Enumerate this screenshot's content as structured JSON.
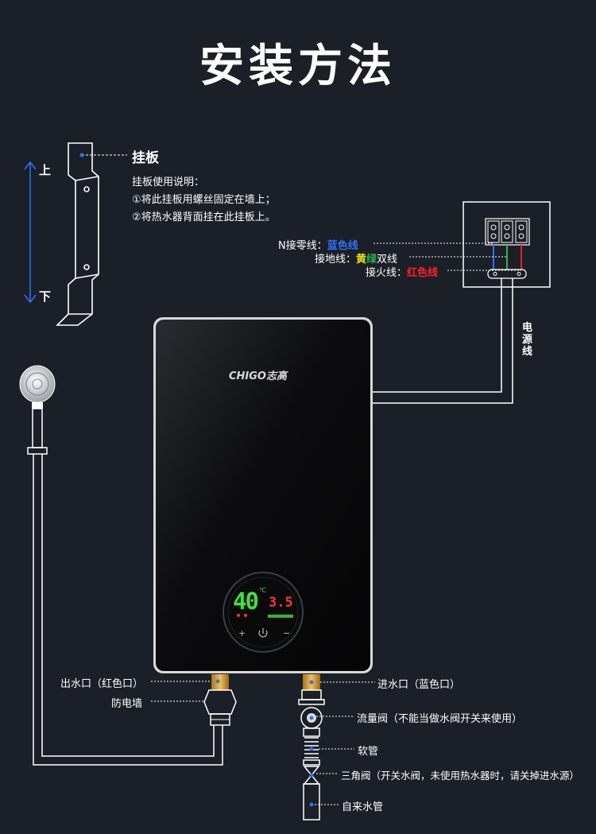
{
  "title": "安装方法",
  "bracket": {
    "up": "上",
    "down": "下",
    "name": "挂板",
    "instructions_title": "挂板使用说明：",
    "step1": "①将此挂板用螺丝固定在墙上；",
    "step2": "②将热水器背面挂在此挂板上。"
  },
  "wiring": {
    "neutral_label": "N接零线：",
    "neutral_color": "蓝色线",
    "ground_label": "接地线：",
    "ground_yellow": "黄",
    "ground_green": "绿",
    "ground_suffix": "双线",
    "live_label": "接火线：",
    "live_color": "红色线",
    "power_cord": "电源线"
  },
  "heater": {
    "brand": "CHIGO志高",
    "temperature": "40",
    "temp_unit": "℃",
    "flow": "3.5"
  },
  "parts": {
    "outlet": "出水口（红色口）",
    "anti_shock": "防电墙",
    "inlet": "进水口（蓝色口）",
    "flow_valve": "流量阀（不能当做水阀开关来使用）",
    "hose": "软管",
    "angle_valve": "三角阀（开关水阀，未使用热水器时，请关掉进水源）",
    "tap_pipe": "自来水管"
  },
  "colors": {
    "background": "#1b1f27",
    "label_blue": "#2b73ff",
    "label_red": "#ff2222",
    "label_yellow": "#f2e21c",
    "label_green": "#29b34a",
    "display_green": "#3fe03a"
  }
}
